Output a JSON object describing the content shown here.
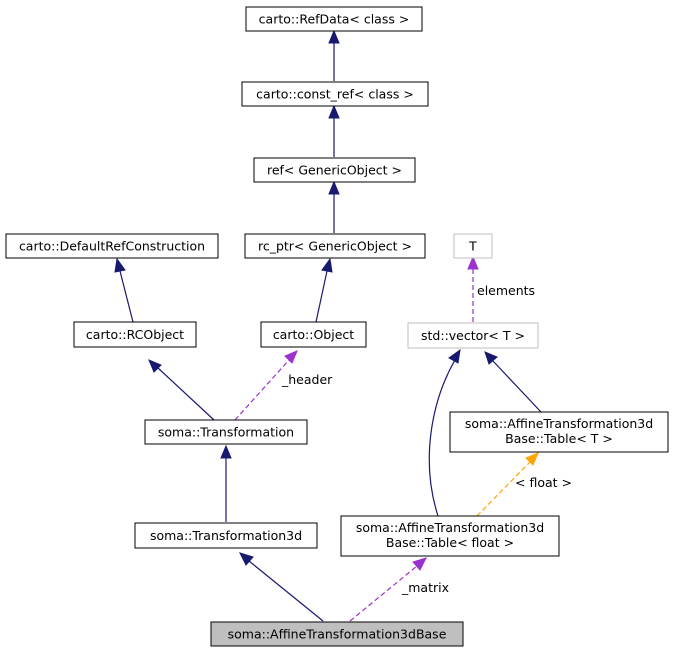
{
  "colors": {
    "inheritance_edge": "#191970",
    "usage_edge": "#9a32cd",
    "template_edge": "#ffa500",
    "node_border": "#000000",
    "external_node_border": "#bfbfbf",
    "highlight_fill": "#bfbfbf",
    "node_fill": "#ffffff"
  },
  "nodes": {
    "refdata": {
      "lines": [
        "carto::RefData< class >"
      ]
    },
    "const_ref": {
      "lines": [
        "carto::const_ref< class >"
      ]
    },
    "ref_generic": {
      "lines": [
        "ref< GenericObject >"
      ]
    },
    "default_ref": {
      "lines": [
        "carto::DefaultRefConstruction"
      ]
    },
    "rc_ptr": {
      "lines": [
        "rc_ptr< GenericObject >"
      ]
    },
    "T": {
      "lines": [
        "T"
      ]
    },
    "rcobject": {
      "lines": [
        "carto::RCObject"
      ]
    },
    "object": {
      "lines": [
        "carto::Object"
      ]
    },
    "vector": {
      "lines": [
        "std::vector< T >"
      ]
    },
    "transformation": {
      "lines": [
        "soma::Transformation"
      ]
    },
    "table_T": {
      "lines": [
        "soma::AffineTransformation3d",
        "Base::Table< T >"
      ]
    },
    "transformation3d": {
      "lines": [
        "soma::Transformation3d"
      ]
    },
    "table_float": {
      "lines": [
        "soma::AffineTransformation3d",
        "Base::Table< float >"
      ]
    },
    "affine_base": {
      "lines": [
        "soma::AffineTransformation3dBase"
      ]
    }
  },
  "edge_labels": {
    "elements": "elements",
    "header": "_header",
    "float": "< float >",
    "matrix": "_matrix"
  }
}
